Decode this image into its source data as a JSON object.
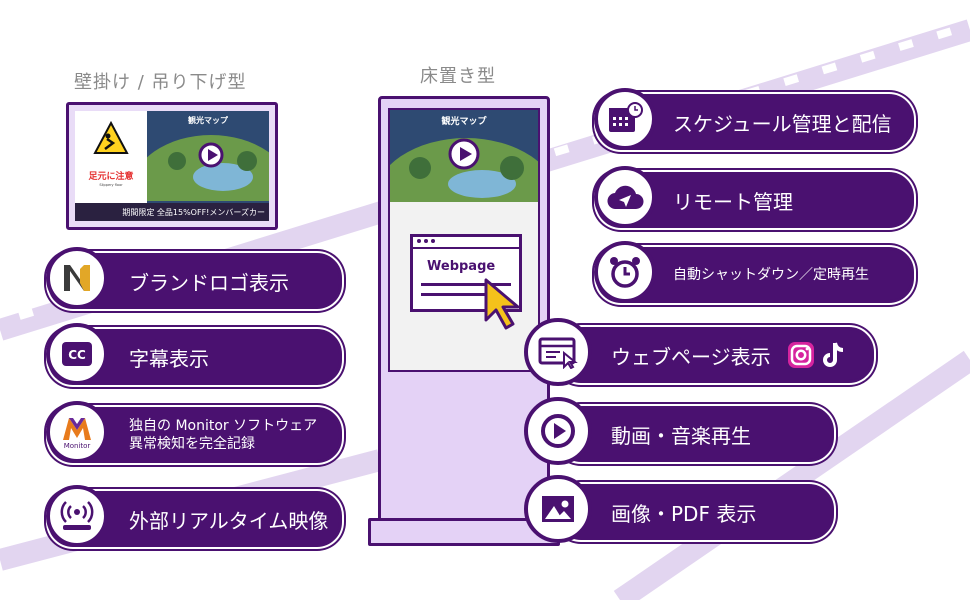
{
  "titles": {
    "wall": "壁掛け / 吊り下げ型",
    "floor": "床置き型"
  },
  "wall_display": {
    "warning_title": "足元に注意",
    "warning_text": "Slippery floor",
    "map_title": "観光マップ",
    "ticker": "期間限定 全品15%OFF!メンバーズカー"
  },
  "kiosk": {
    "map_title": "観光マップ",
    "webpage_label": "Webpage"
  },
  "left_features": [
    {
      "label": "ブランドロゴ表示",
      "icon": "brand-logo-icon"
    },
    {
      "label": "字幕表示",
      "icon": "cc-icon"
    },
    {
      "label_line1": "独自の Monitor ソフトウェア",
      "label_line2": "異常検知を完全記録",
      "icon": "monitor-logo-icon"
    },
    {
      "label": "外部リアルタイム映像",
      "icon": "broadcast-icon"
    }
  ],
  "right_features": [
    {
      "label": "スケジュール管理と配信",
      "icon": "calendar-clock-icon"
    },
    {
      "label": "リモート管理",
      "icon": "cloud-send-icon"
    },
    {
      "label": "自動シャットダウン／定時再生",
      "icon": "alarm-clock-icon"
    },
    {
      "label": "ウェブページ表示",
      "icon": "browser-cursor-icon"
    },
    {
      "label": "動画・音楽再生",
      "icon": "play-circle-icon"
    },
    {
      "label": "画像・PDF 表示",
      "icon": "image-icon"
    }
  ],
  "colors": {
    "primary": "#4a1170",
    "light": "#e4d2f6",
    "film": "#d8c8ec"
  }
}
